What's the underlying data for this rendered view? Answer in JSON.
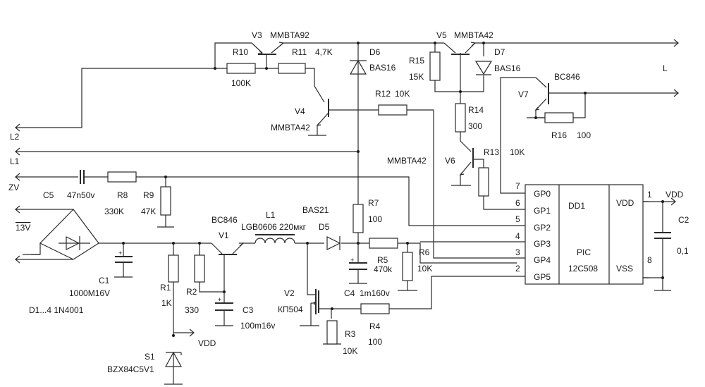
{
  "diagram": {
    "type": "electronic schematic",
    "nets": {
      "L2": "L2",
      "L1": "L1",
      "ZV": "ZV",
      "V13": "13V",
      "L": "L",
      "VDD": "VDD",
      "VDD2": "VDD"
    },
    "components": {
      "V3": {
        "ref": "V3",
        "part": "MMBTA92"
      },
      "V4": {
        "ref": "V4",
        "part": "MMBTA42"
      },
      "V5": {
        "ref": "V5",
        "part": "MMBTA42"
      },
      "V6": {
        "ref": "V6",
        "part": "MMBTA42"
      },
      "V7": {
        "ref": "V7",
        "part": "BC846"
      },
      "V1": {
        "ref": "V1",
        "part": "BC846"
      },
      "V2": {
        "ref": "V2",
        "part": "КП504"
      },
      "R10": {
        "ref": "R10",
        "value": "100K"
      },
      "R11": {
        "ref": "R11",
        "value": "4,7K"
      },
      "R12": {
        "ref": "R12",
        "value": "10K"
      },
      "R13": {
        "ref": "R13",
        "value": "10K"
      },
      "R14": {
        "ref": "R14",
        "value": "300"
      },
      "R15": {
        "ref": "R15",
        "value": "15K"
      },
      "R16": {
        "ref": "R16",
        "value": "100"
      },
      "R8": {
        "ref": "R8",
        "value": "330K"
      },
      "R9": {
        "ref": "R9",
        "value": "47K"
      },
      "R7": {
        "ref": "R7",
        "value": "100"
      },
      "R5": {
        "ref": "R5",
        "value": "470k"
      },
      "R6": {
        "ref": "R6",
        "value": "10K"
      },
      "R4": {
        "ref": "R4",
        "value": "100"
      },
      "R3": {
        "ref": "R3",
        "value": "10K"
      },
      "R1": {
        "ref": "R1",
        "value": "1K"
      },
      "R2": {
        "ref": "R2",
        "value": "330"
      },
      "D6": {
        "ref": "D6",
        "part": "BAS16"
      },
      "D7": {
        "ref": "D7",
        "part": "BAS16"
      },
      "D5": {
        "ref": "D5",
        "part": "BAS21"
      },
      "C5": {
        "ref": "C5",
        "value": "47n50v"
      },
      "C1": {
        "ref": "C1",
        "value": "1000M16V"
      },
      "C3": {
        "ref": "C3",
        "value": "100m16v"
      },
      "C4": {
        "ref": "C4",
        "value": "1m160v"
      },
      "C2": {
        "ref": "C2",
        "value": "0,1"
      },
      "L1": {
        "ref": "L1",
        "part": "LGB0606 220мкг"
      },
      "S1": {
        "ref": "S1",
        "part": "BZX84C5V1"
      },
      "bridge": {
        "label": "D1...4  1N4001"
      }
    },
    "ic": {
      "ref": "DD1",
      "part_line1": "PIC",
      "part_line2": "12C508",
      "left_pins": [
        {
          "num": "7",
          "name": "GP0"
        },
        {
          "num": "6",
          "name": "GP1"
        },
        {
          "num": "5",
          "name": "GP2"
        },
        {
          "num": "4",
          "name": "GP3"
        },
        {
          "num": "3",
          "name": "GP4"
        },
        {
          "num": "2",
          "name": "GP5"
        }
      ],
      "right_pins": [
        {
          "num": "1",
          "name": "VDD"
        },
        {
          "num": "8",
          "name": "VSS"
        }
      ]
    }
  }
}
